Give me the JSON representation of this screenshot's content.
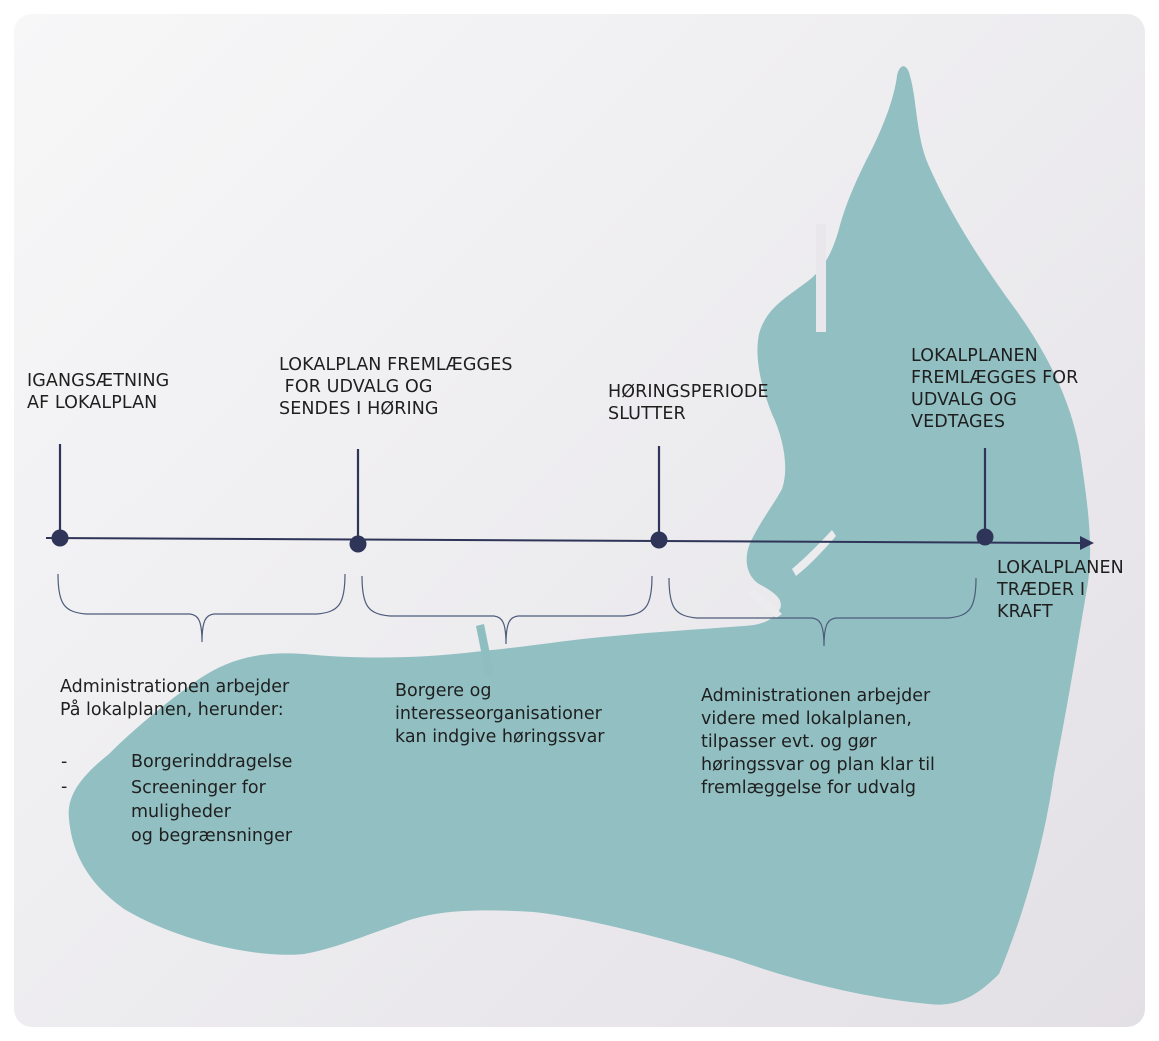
{
  "colors": {
    "island": "#8fbec1",
    "timeline": "#2f3559",
    "text": "#1f1f1f"
  },
  "milestones": [
    {
      "label": "IGANGSÆTNING\nAF LOKALPLAN"
    },
    {
      "label": "LOKALPLAN FREMLÆGGES\n FOR UDVALG OG\nSENDES I HØRING"
    },
    {
      "label": "HØRINGSPERIODE\nSLUTTER"
    },
    {
      "label": "LOKALPLANEN\nFREMLÆGGES FOR\nUDVALG OG\nVEDTAGES"
    }
  ],
  "end_label": "LOKALPLANEN\nTRÆDER I\nKRAFT",
  "phases": [
    {
      "text": "Administrationen arbejder\nPå lokalplanen, herunder:"
    },
    {
      "text": "Borgere og\ninteresseorganisationer\nkan indgive høringssvar"
    },
    {
      "text": "Administrationen arbejder\nvidere med lokalplanen,\ntilpasser evt. og gør\nhøringssvar og plan klar til\nfremlæggelse for udvalg"
    }
  ],
  "phase1_list": {
    "bullets": [
      "-",
      "-"
    ],
    "items": [
      "Borgerinddragelse",
      "Screeninger for\nmuligheder\nog begrænsninger"
    ]
  }
}
